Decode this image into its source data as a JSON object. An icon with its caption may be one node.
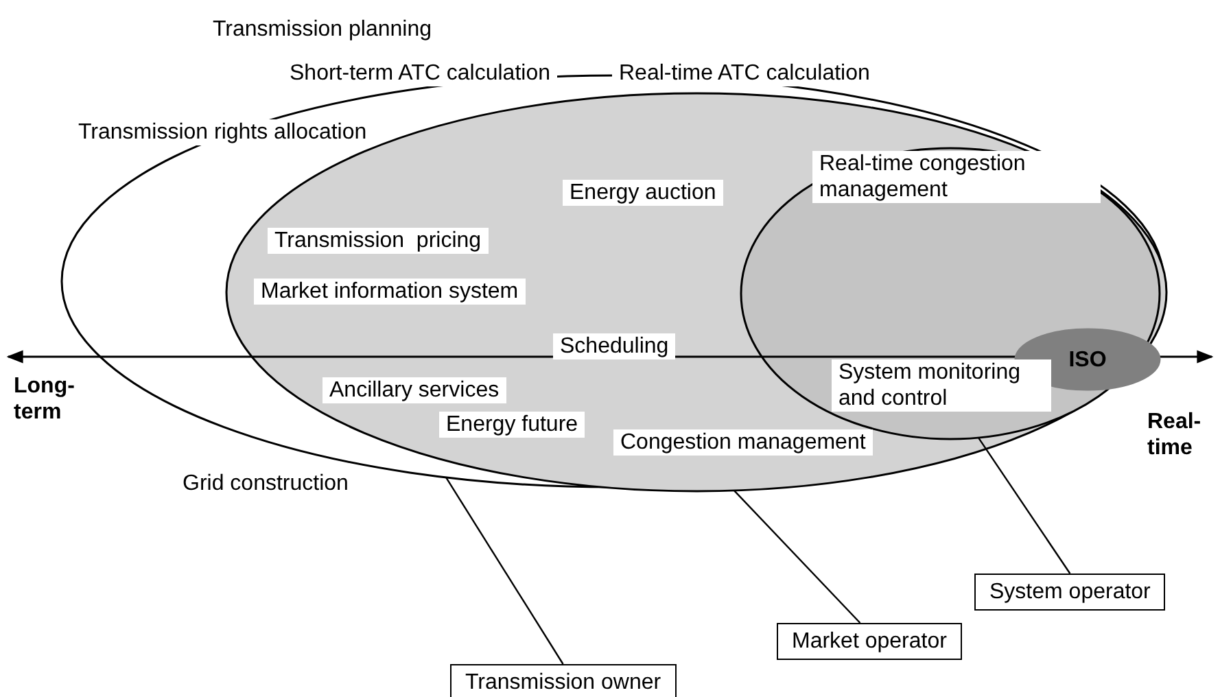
{
  "diagram": {
    "nodes": [
      {
        "text": [],
        "shape": "ellipse"
      },
      {
        "text": [],
        "shape": "ellipse",
        "in": 0
      },
      {
        "text": [],
        "shape": "ellipse",
        "in": 1
      },
      {
        "text": [
          "ISO"
        ],
        "in": 2
      },
      {
        "text": [
          "Transmission planning"
        ]
      },
      {
        "text": [
          "Short-term ATC calculation"
        ]
      },
      {
        "text": [
          "Real-time ATC calculation"
        ]
      },
      {
        "text": [
          "Transmission rights allocation"
        ],
        "in": 0
      },
      {
        "text": [
          "Energy auction"
        ],
        "in": 1
      },
      {
        "text": [
          "Real-time congestion management"
        ],
        "in": 2
      },
      {
        "text": [
          "Transmission  pricing"
        ],
        "in": 1
      },
      {
        "text": [
          "Market information system"
        ],
        "in": 1
      },
      {
        "text": [
          "Scheduling"
        ],
        "in": 1
      },
      {
        "text": [
          "System monitoring and control"
        ],
        "in": 2
      },
      {
        "text": [
          "Ancillary services"
        ],
        "in": 1
      },
      {
        "text": [
          "Energy future"
        ],
        "in": 1
      },
      {
        "text": [
          "Congestion management"
        ],
        "in": 1
      },
      {
        "text": [
          "Grid construction"
        ],
        "in": 0
      },
      {
        "text": [
          "Transmission owner"
        ]
      },
      {
        "text": [
          "Market operator"
        ]
      },
      {
        "text": [
          "System operator"
        ]
      }
    ],
    "edges": [
      {
        "from": 18,
        "to": 0,
        "arrow": "none"
      },
      {
        "from": 19,
        "to": 1,
        "arrow": "none"
      },
      {
        "from": 20,
        "to": 2,
        "arrow": "none"
      }
    ],
    "labels": [
      "Long-term",
      "Real-time"
    ]
  }
}
